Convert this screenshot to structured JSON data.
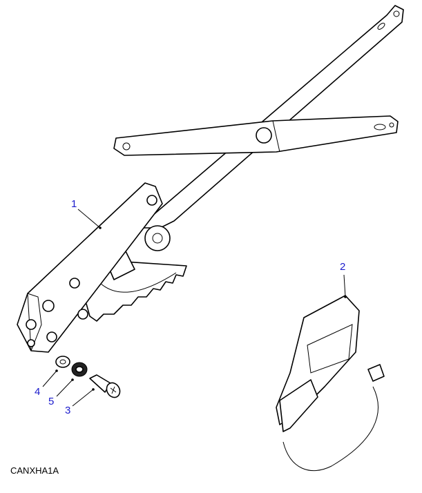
{
  "diagram": {
    "code": "CANXHA1A",
    "callouts": [
      {
        "label": "1",
        "part": "window-regulator"
      },
      {
        "label": "2",
        "part": "regulator-motor"
      },
      {
        "label": "3",
        "part": "screw"
      },
      {
        "label": "4",
        "part": "washer"
      },
      {
        "label": "5",
        "part": "lock-washer"
      }
    ],
    "callout_color": "#1a1acc"
  }
}
